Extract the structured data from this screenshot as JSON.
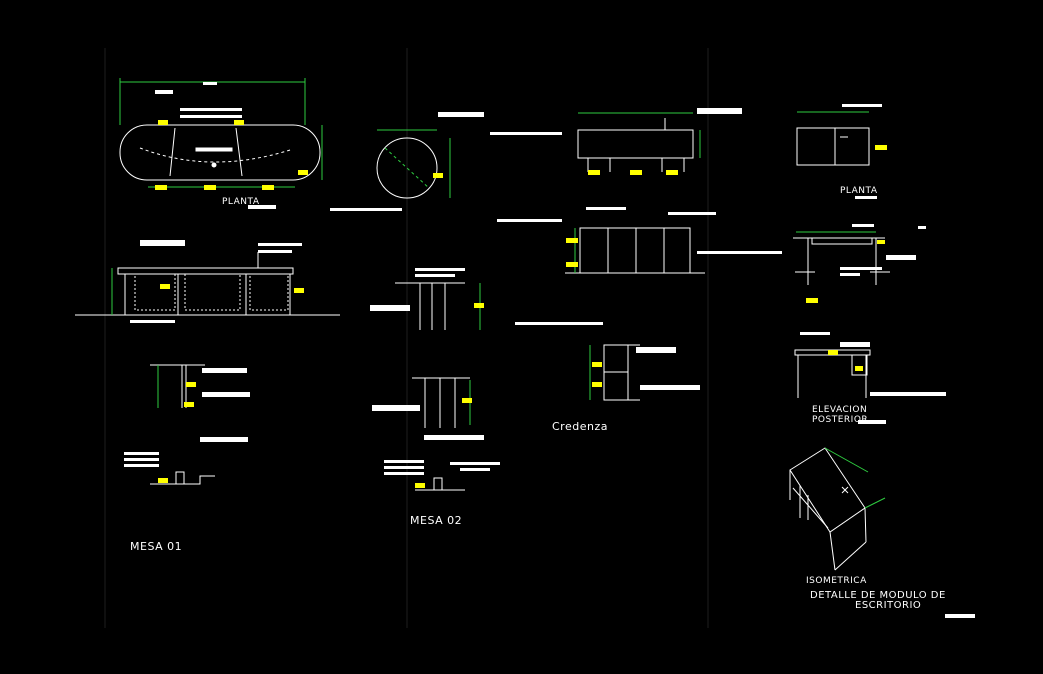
{
  "drawing": {
    "colors": {
      "background": "#000000",
      "lines": "#ffffff",
      "dimensions": "#2ecc40",
      "tags": "#ffff00",
      "guides": "#1a1a1a"
    },
    "labels": {
      "mesa1": "MESA 01",
      "mesa2": "MESA 02",
      "planta1": "PLANTA",
      "planta2": "PLANTA",
      "credenza": "Credenza",
      "elev_line1": "ELEVACION",
      "elev_line2": "POSTERIOR",
      "isometrica": "ISOMETRICA",
      "title_line1": "DETALLE DE MODULO DE",
      "title_line2": "ESCRITORIO"
    }
  }
}
